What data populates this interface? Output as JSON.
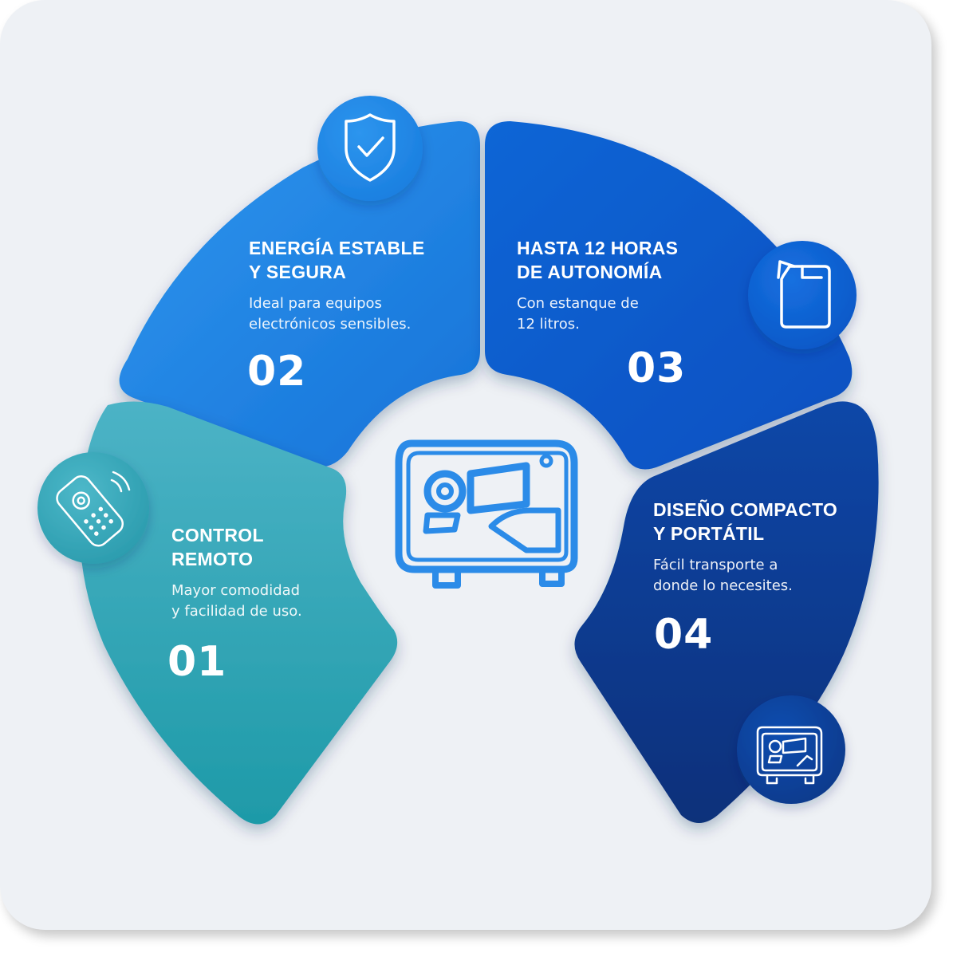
{
  "colors": {
    "background": "#eef1f5",
    "segment_01": "#33a6b8",
    "segment_02": "#1e88e5",
    "segment_03": "#0d5bd0",
    "segment_04": "#0a3d91",
    "center_icon": "#2b8be8"
  },
  "center": {
    "icon": "inverter-generator-icon"
  },
  "items": [
    {
      "number": "01",
      "title_line1": "CONTROL",
      "title_line2": "REMOTO",
      "desc_line1": "Mayor comodidad",
      "desc_line2": "y facilidad de uso.",
      "icon": "remote-control-icon"
    },
    {
      "number": "02",
      "title_line1": "ENERGÍA ESTABLE",
      "title_line2": "Y SEGURA",
      "desc_line1": "Ideal para equipos",
      "desc_line2": "electrónicos sensibles.",
      "icon": "shield-check-icon"
    },
    {
      "number": "03",
      "title_line1": "HASTA 12 HORAS",
      "title_line2": "DE AUTONOMÍA",
      "desc_line1": "Con estanque de",
      "desc_line2": "12 litros.",
      "icon": "fuel-can-icon"
    },
    {
      "number": "04",
      "title_line1": "DISEÑO COMPACTO",
      "title_line2": "Y PORTÁTIL",
      "desc_line1": "Fácil transporte a",
      "desc_line2": "donde lo necesites.",
      "icon": "generator-icon"
    }
  ]
}
